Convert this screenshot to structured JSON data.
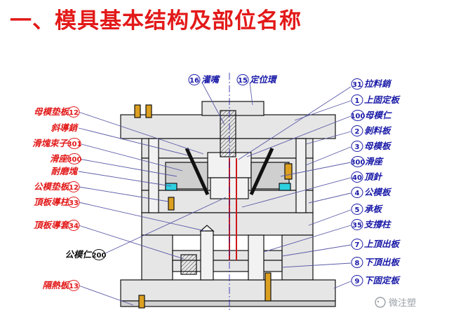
{
  "title": "一、模具基本结构及部位名称",
  "watermark": "微注塑",
  "colors": {
    "title": "#e31919",
    "label_red": "#e31919",
    "label_blue": "#1a1aa8",
    "plate_fill": "#e6e6e6",
    "outline": "#111111"
  },
  "labels": {
    "left": [
      {
        "num": "12",
        "text": "母模垫板"
      },
      {
        "num": "",
        "text": "斜導銷"
      },
      {
        "num": "301",
        "text": "滑塊束子"
      },
      {
        "num": "300",
        "text": "滑座"
      },
      {
        "num": "",
        "text": "耐磨塊"
      },
      {
        "num": "12",
        "text": "公模垫板"
      },
      {
        "num": "33",
        "text": "頂板導柱"
      },
      {
        "num": "34",
        "text": "頂板導套"
      },
      {
        "num": "13",
        "text": "隔熱板"
      }
    ],
    "top": [
      {
        "num": "16",
        "text": "灌嘴"
      },
      {
        "num": "15",
        "text": "定位環"
      }
    ],
    "core": {
      "num": "200",
      "text": "公模仁"
    },
    "right": [
      {
        "num": "31",
        "text": "拉料銷"
      },
      {
        "num": "1",
        "text": "上固定板"
      },
      {
        "num": "100",
        "text": "母模仁"
      },
      {
        "num": "2",
        "text": "剝料板"
      },
      {
        "num": "3",
        "text": "母模板"
      },
      {
        "num": "300",
        "text": "滑座"
      },
      {
        "num": "40",
        "text": "頂針"
      },
      {
        "num": "4",
        "text": "公模板"
      },
      {
        "num": "5",
        "text": "承板"
      },
      {
        "num": "35",
        "text": "支撐柱"
      },
      {
        "num": "7",
        "text": "上頂出板"
      },
      {
        "num": "8",
        "text": "下頂出板"
      },
      {
        "num": "9",
        "text": "下固定板"
      }
    ]
  }
}
